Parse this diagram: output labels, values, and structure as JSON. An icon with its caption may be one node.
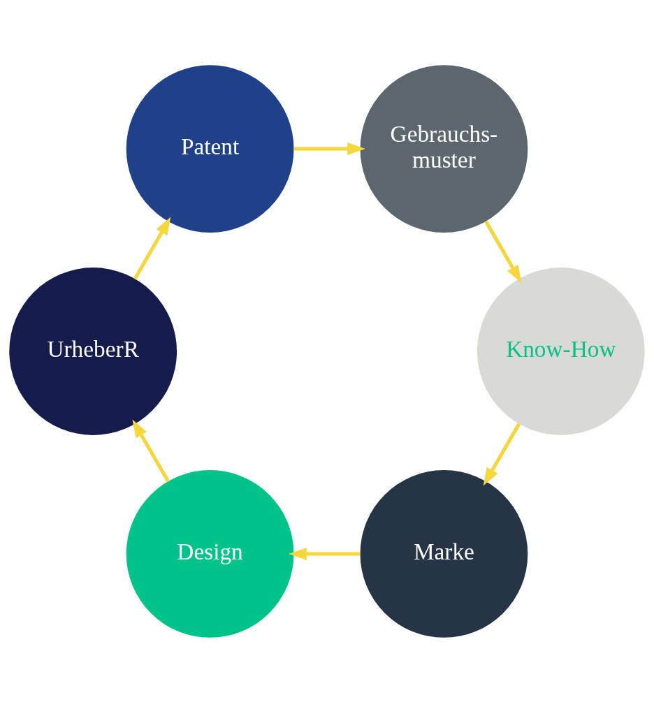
{
  "diagram": {
    "nodes": [
      {
        "text": [
          "Marke"
        ]
      },
      {
        "text": [
          "Design"
        ]
      },
      {
        "text": [
          "UrheberR"
        ]
      },
      {
        "text": [
          "Patent"
        ]
      },
      {
        "text": [
          "Gebrauchs- muster"
        ]
      },
      {
        "text": [
          "Know-How"
        ]
      }
    ],
    "edges": [
      {
        "from": 0,
        "to": 1,
        "arrow": "to"
      },
      {
        "from": 1,
        "to": 2,
        "arrow": "to"
      },
      {
        "from": 2,
        "to": 3,
        "arrow": "to"
      },
      {
        "from": 3,
        "to": 4,
        "arrow": "to"
      },
      {
        "from": 4,
        "to": 5,
        "arrow": "to"
      },
      {
        "from": 5,
        "to": 0,
        "arrow": "to"
      }
    ]
  }
}
